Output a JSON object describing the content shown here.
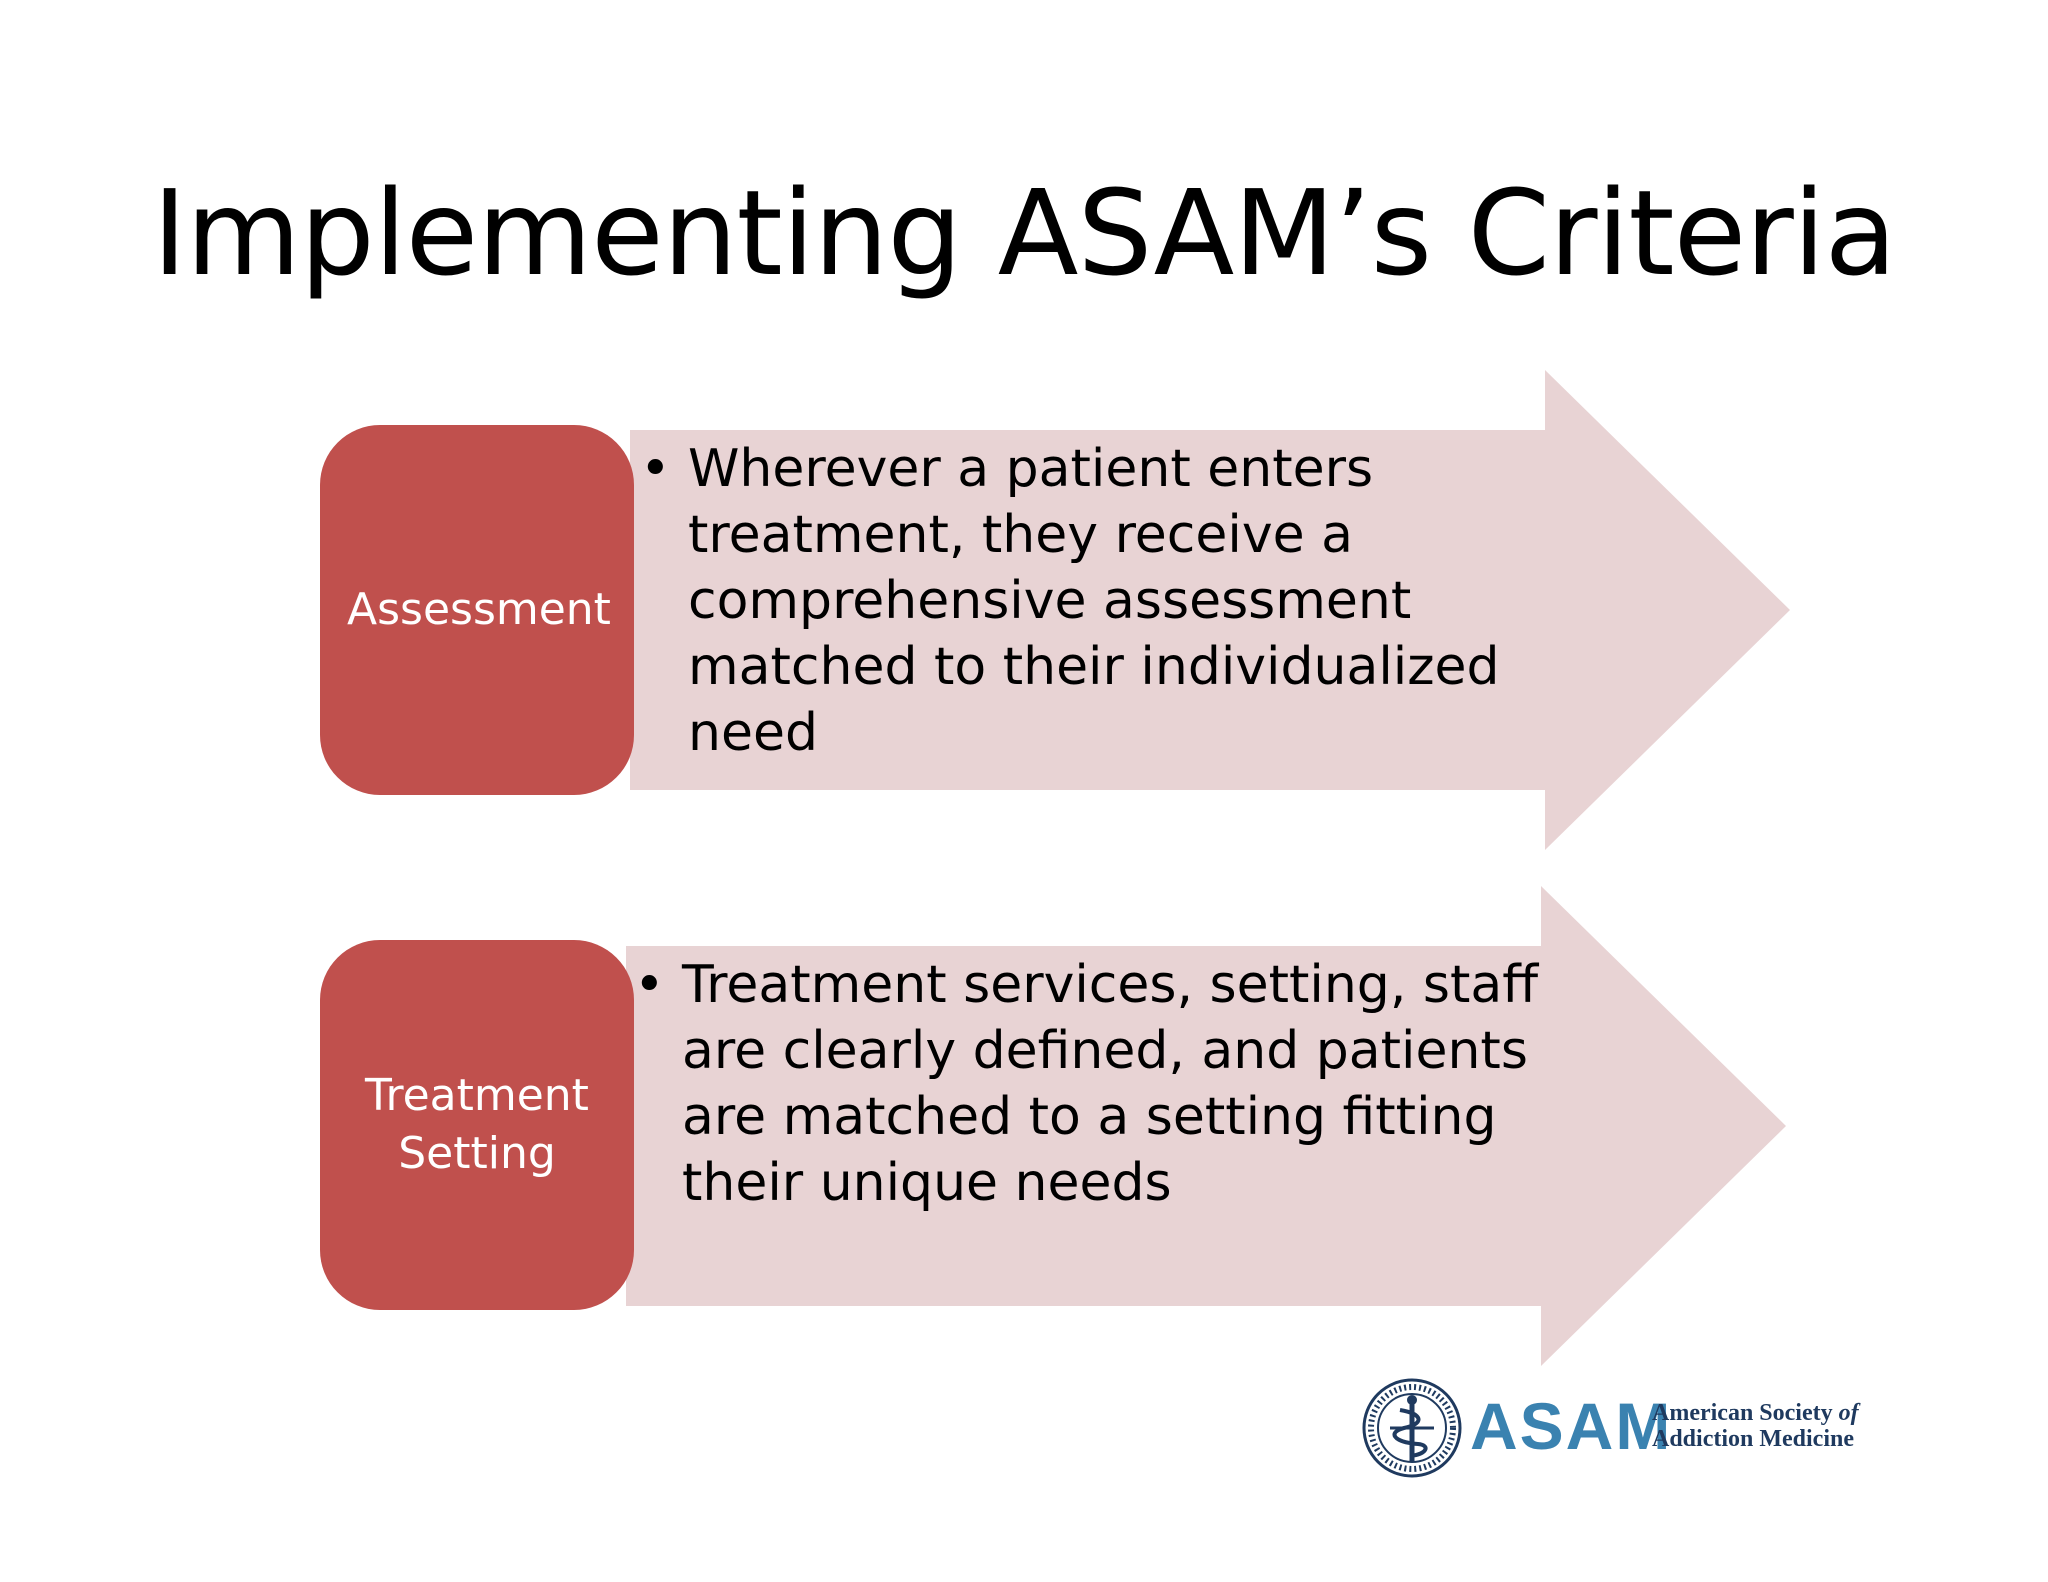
{
  "title": "Implementing ASAM’s Criteria",
  "rows": [
    {
      "label": "Assessment",
      "bullet": "Wherever a patient enters treatment, they receive a comprehensive assessment matched to their individualized need"
    },
    {
      "label": "Treatment Setting",
      "bullet": "Treatment services, setting, staff are clearly defined, and patients are matched to a setting fitting their unique needs"
    }
  ],
  "logo": {
    "word": "ASAM",
    "line1": "American Society",
    "line1_italic": "of",
    "line2": "Addiction Medicine"
  },
  "colors": {
    "label_box": "#c0504d",
    "arrow": "#e8d3d4",
    "logo_blue": "#3a82b0",
    "logo_navy": "#1f3a5f"
  }
}
